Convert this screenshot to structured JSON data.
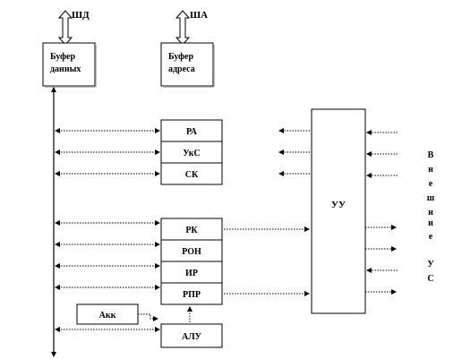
{
  "buses": {
    "data": "ШД",
    "address": "ША"
  },
  "buffers": {
    "data_line1": "Буфер",
    "data_line2": "данных",
    "address_line1": "Буфер",
    "address_line2": "адреса"
  },
  "registers": {
    "ra": "РА",
    "ukc": "УкС",
    "sk": "СК",
    "rk": "РК",
    "ron": "РОН",
    "ir": "ИР",
    "rpr": "РПР",
    "akk": "Акк",
    "alu": "АЛУ"
  },
  "control_unit": "УУ",
  "external_label": [
    "В",
    "н",
    "е",
    "ш",
    "н",
    "и",
    "е",
    "",
    "У",
    "С"
  ]
}
